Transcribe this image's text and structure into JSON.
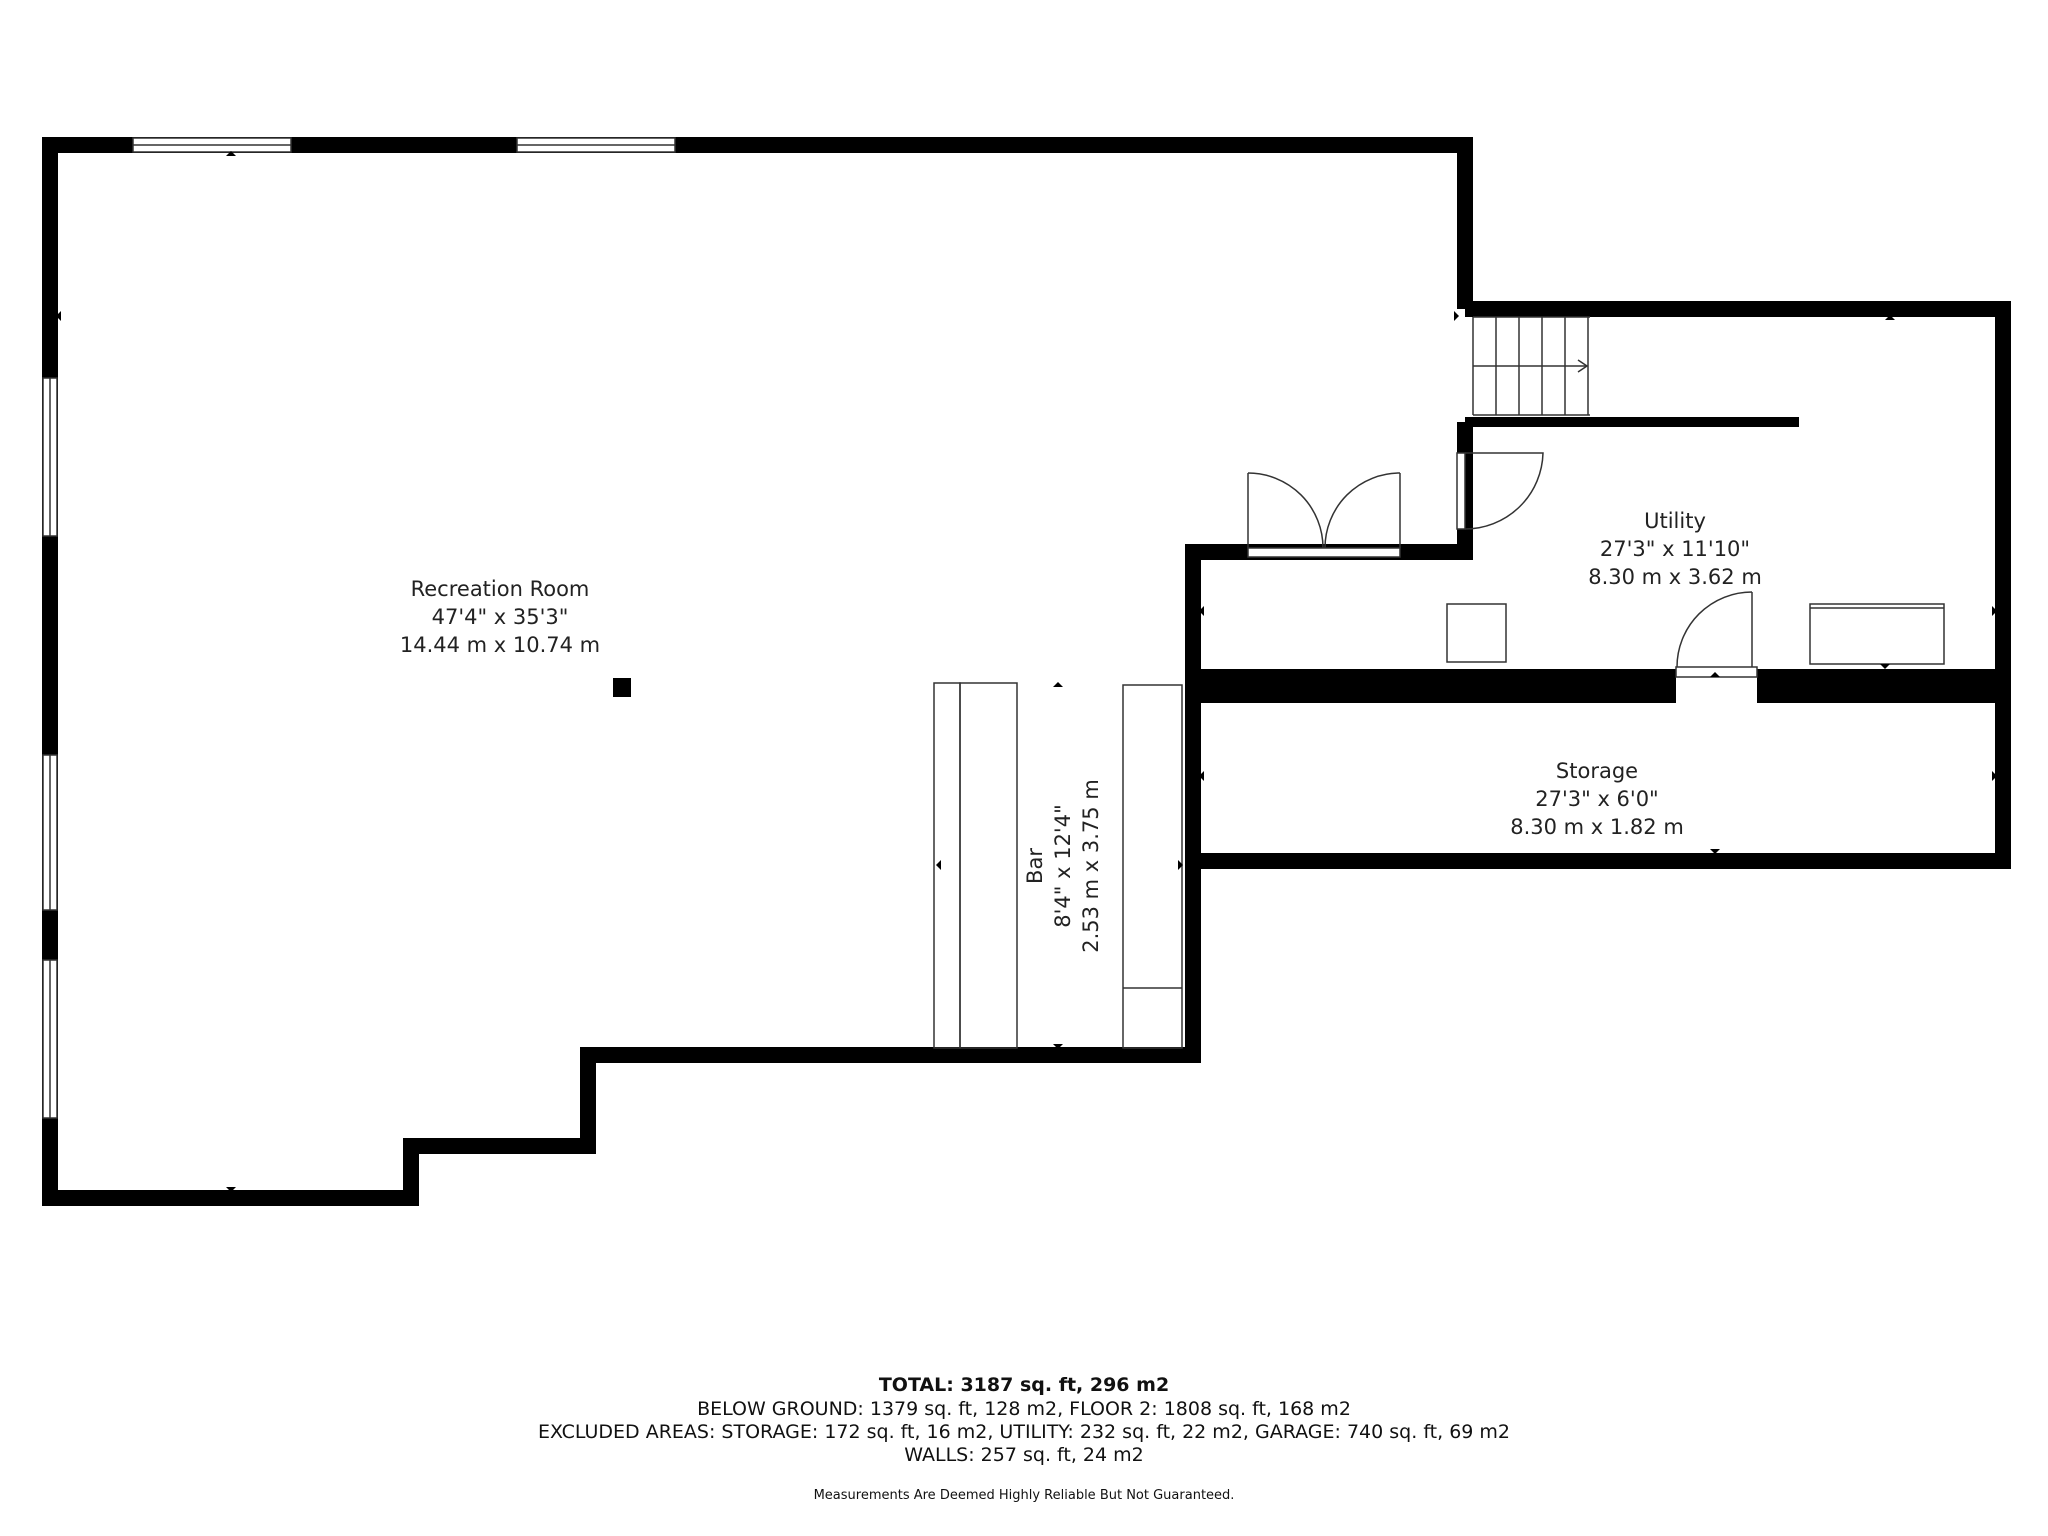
{
  "rooms": {
    "recreation": {
      "name": "Recreation Room",
      "imperial": "47'4\" x 35'3\"",
      "metric": "14.44 m x 10.74 m"
    },
    "utility": {
      "name": "Utility",
      "imperial": "27'3\" x 11'10\"",
      "metric": "8.30 m x 3.62 m"
    },
    "storage": {
      "name": "Storage",
      "imperial": "27'3\" x 6'0\"",
      "metric": "8.30 m x 1.82 m"
    },
    "bar": {
      "name": "Bar",
      "imperial": "8'4\" x 12'4\"",
      "metric": "2.53 m x 3.75 m"
    }
  },
  "summary": {
    "total": "TOTAL: 3187 sq. ft, 296 m2",
    "below_ground": "BELOW GROUND: 1379 sq. ft, 128 m2, FLOOR 2: 1808 sq. ft, 168 m2",
    "excluded": "EXCLUDED AREAS: STORAGE: 172 sq. ft, 16 m2, UTILITY: 232 sq. ft, 22 m2, GARAGE: 740 sq. ft, 69 m2",
    "walls": "WALLS: 257 sq. ft, 24 m2",
    "disclaimer": "Measurements Are Deemed Highly Reliable But Not Guaranteed."
  },
  "colors": {
    "wall": "#000000",
    "fixture": "#333333",
    "background": "#ffffff"
  }
}
